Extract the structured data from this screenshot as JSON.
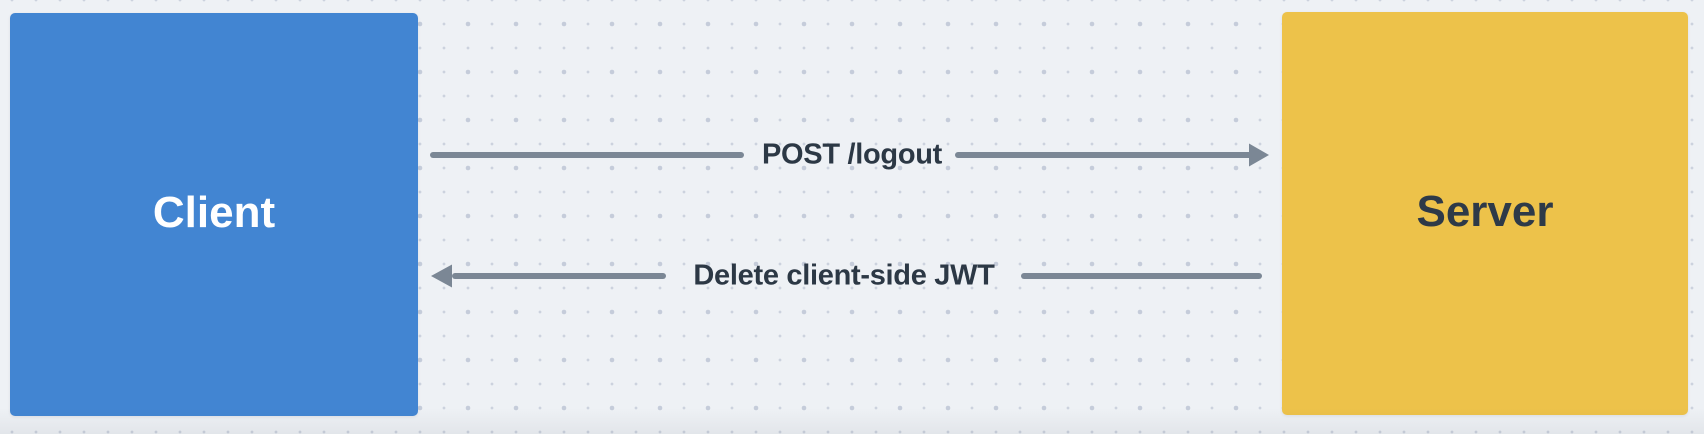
{
  "canvas": {
    "background_color": "#eef1f5",
    "dot_small_color": "#ccd2de",
    "dot_big_color": "#c5ccda"
  },
  "nodes": [
    {
      "id": "client",
      "label": "Client",
      "fill": "#4285d2",
      "text_color": "#ffffff"
    },
    {
      "id": "server",
      "label": "Server",
      "fill": "#edc24a",
      "text_color": "#2e3a48"
    }
  ],
  "edges": [
    {
      "id": "post-logout",
      "label": "POST /logout",
      "from": "client",
      "to": "server",
      "direction": "right",
      "color": "#7b8795",
      "text_color": "#2c3845"
    },
    {
      "id": "delete-jwt",
      "label": "Delete client-side JWT",
      "from": "server",
      "to": "client",
      "direction": "left",
      "color": "#7b8795",
      "text_color": "#2c3845"
    }
  ]
}
